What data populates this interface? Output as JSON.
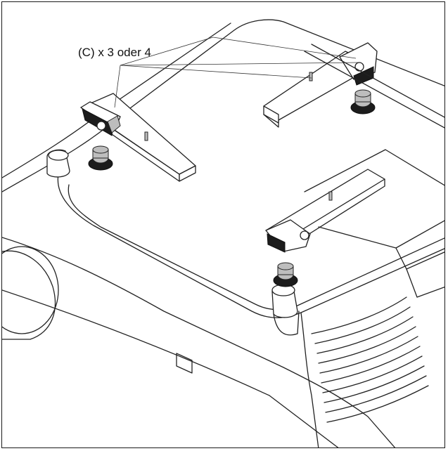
{
  "diagram": {
    "callout_label": "(C) x 3 oder 4",
    "parts": [
      {
        "id": "bracket-left",
        "name": "mounting-bracket"
      },
      {
        "id": "bracket-top-right",
        "name": "mounting-bracket"
      },
      {
        "id": "bracket-center-right",
        "name": "mounting-bracket"
      }
    ],
    "colors": {
      "line": "#222222",
      "background": "#ffffff"
    }
  }
}
